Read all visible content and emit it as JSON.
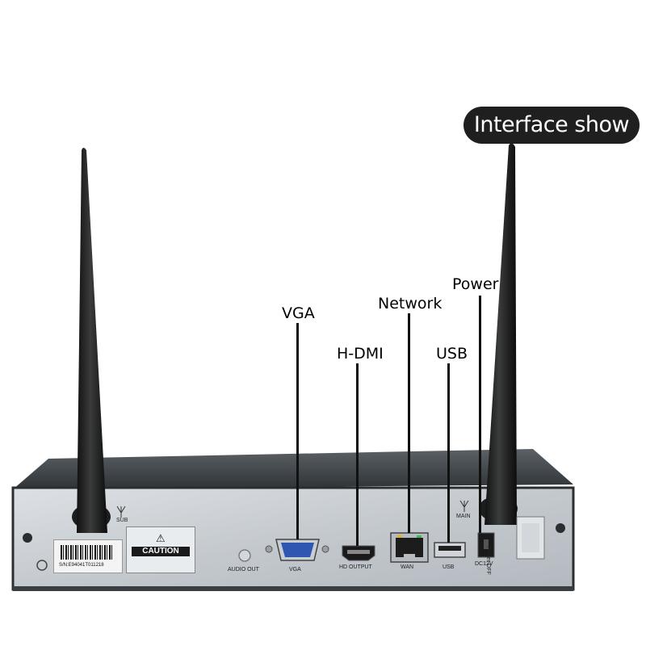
{
  "banner": {
    "title": "Interface show"
  },
  "callouts": {
    "vga": "VGA",
    "hdmi": "H-DMI",
    "network": "Network",
    "usb": "USB",
    "power": "Power"
  },
  "panel_labels": {
    "sub": "SUB",
    "main": "MAIN",
    "audio_out": "AUDIO OUT",
    "vga": "VGA",
    "hd_output": "HD OUTPUT",
    "wan": "WAN",
    "usb": "USB",
    "dc12v": "DC12V",
    "power_off": "Power OFF",
    "caution": "CAUTION",
    "serial": "S/N:E94041T011218"
  },
  "colors": {
    "background": "#ffffff",
    "banner": "#1f1f1f",
    "chassis_top": "#3e4347",
    "chassis_panel": "#c9ced3",
    "antenna": "#1b1c1d"
  }
}
